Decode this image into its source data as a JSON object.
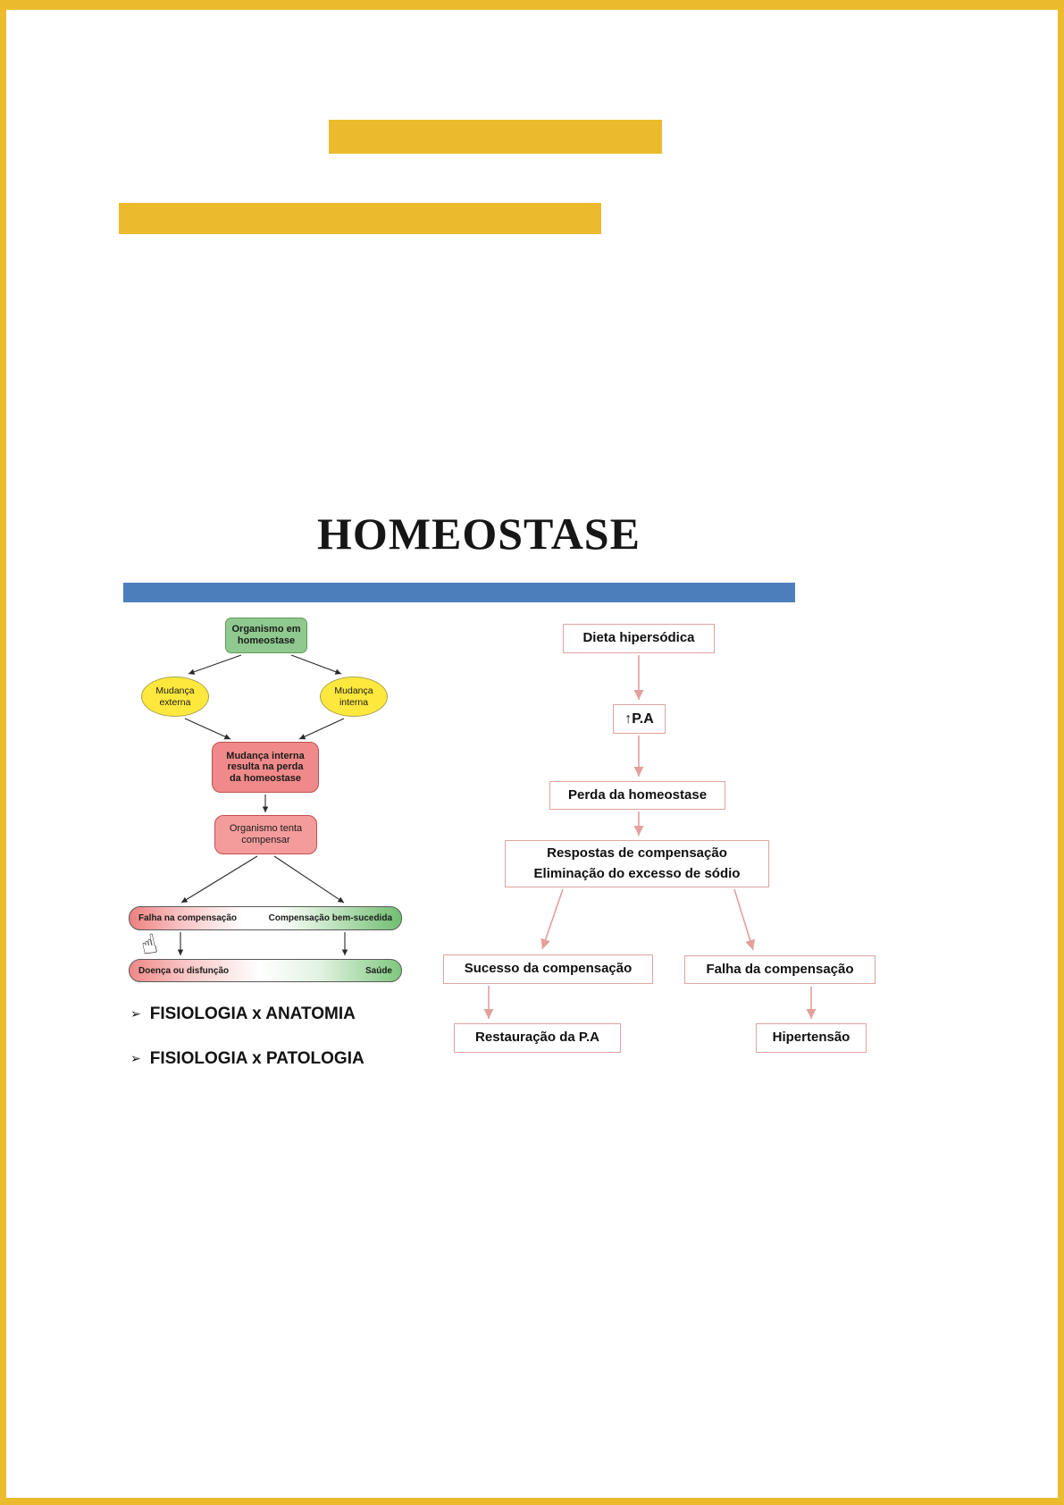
{
  "title": "HOMEOSTASE",
  "left_chart": {
    "organism": "Organismo em\nhomeostase",
    "external_change": "Mudança\nexterna",
    "internal_change": "Mudança\ninterna",
    "loss": "Mudança interna\nresulta na perda\nda homeostase",
    "compensate": "Organismo tenta\ncompensar",
    "comp_fail": "Falha na compensação",
    "comp_success": "Compensação bem-sucedida",
    "disease": "Doença ou disfunção",
    "health": "Saúde"
  },
  "right_chart": {
    "diet": "Dieta hipersódica",
    "pa": "↑P.A",
    "loss": "Perda da homeostase",
    "responses": "Respostas de compensação\nEliminação do excesso de sódio",
    "success": "Sucesso da compensação",
    "failure": "Falha da compensação",
    "restore": "Restauração da P.A",
    "hypertension": "Hipertensão"
  },
  "bullets": {
    "marker": "➢",
    "items": [
      "FISIOLOGIA x ANATOMIA",
      "FISIOLOGIA x PATOLOGIA"
    ]
  },
  "icons": {
    "hand_cursor": "☝"
  },
  "colors": {
    "page_border": "#ECBB2D",
    "highlight_bar": "#ECBB2D",
    "blue_bar": "#4D7EBC",
    "green_node": "#8FC98F",
    "yellow_node": "#FFE83E",
    "red_node": "#F08A8A",
    "pink_node": "#F49C9C",
    "arrow_black": "#2A2A2A",
    "arrow_pink": "#E3A09C"
  }
}
